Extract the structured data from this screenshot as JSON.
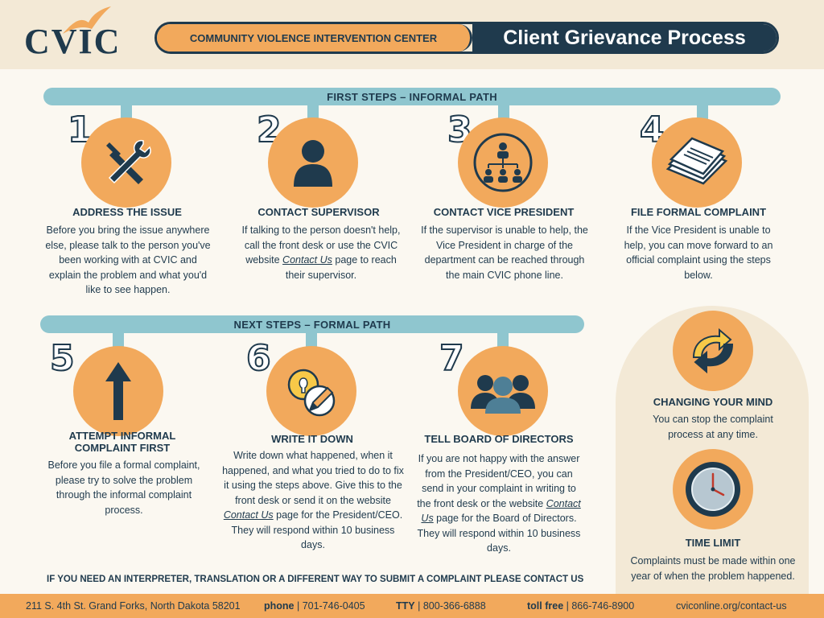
{
  "header": {
    "logo_text": "CVIC",
    "org_name": "COMMUNITY VIOLENCE INTERVENTION CENTER",
    "title": "Client Grievance Process"
  },
  "first_steps": {
    "label": "FIRST STEPS – INFORMAL PATH",
    "steps": [
      {
        "num": "1",
        "icon": "tools-icon",
        "title": "ADDRESS THE ISSUE",
        "desc": "Before you bring the issue anywhere else, please talk to the person you've been working with at CVIC and explain the problem and what you'd like to see happen."
      },
      {
        "num": "2",
        "icon": "person-icon",
        "title": "CONTACT SUPERVISOR",
        "desc_before": "If talking to the person doesn't help, call the front desk or use the CVIC website ",
        "link": "Contact Us",
        "desc_after": " page to reach their supervisor."
      },
      {
        "num": "3",
        "icon": "org-chart-icon",
        "title": "CONTACT VICE PRESIDENT",
        "desc": "If the supervisor is unable to help, the Vice President in charge of the department can be reached through the main CVIC phone line."
      },
      {
        "num": "4",
        "icon": "documents-icon",
        "title": "FILE FORMAL COMPLAINT",
        "desc": "If the Vice President is unable to help, you can move forward to an official complaint using the steps below."
      }
    ]
  },
  "next_steps": {
    "label": "NEXT STEPS – FORMAL PATH",
    "steps": [
      {
        "num": "5",
        "icon": "arrow-up-icon",
        "title": "ATTEMPT INFORMAL COMPLAINT FIRST",
        "desc": "Before you file a formal complaint, please try to solve the problem through the informal complaint process."
      },
      {
        "num": "6",
        "icon": "write-icon",
        "title": "WRITE IT DOWN",
        "desc_before": "Write down what happened, when it happened, and what you tried to do to fix it using the steps above. Give this to the front desk or send it on the website ",
        "link": "Contact Us",
        "desc_after": " page for the President/CEO. They will respond within 10 business days."
      },
      {
        "num": "7",
        "icon": "group-icon",
        "title": "TELL BOARD OF DIRECTORS",
        "desc_before": "If you are not happy with the answer from the President/CEO, you can send in your complaint in writing to the front desk or the website ",
        "link": "Contact Us",
        "desc_after": " page for the Board of Directors. They will respond within 10 business days."
      }
    ]
  },
  "side": {
    "changing": {
      "icon": "refresh-arrows-icon",
      "title": "CHANGING YOUR MIND",
      "desc": "You can stop the complaint process at any time."
    },
    "time": {
      "icon": "clock-icon",
      "title": "TIME LIMIT",
      "desc": "Complaints must be made within one year of when the problem happened."
    }
  },
  "notice": "IF YOU NEED AN INTERPRETER, TRANSLATION OR A DIFFERENT WAY TO SUBMIT A COMPLAINT PLEASE CONTACT US",
  "footer": {
    "address": "211 S. 4th St. Grand Forks, North Dakota 58201",
    "phone_label": "phone",
    "phone": "701-746-0405",
    "tty_label": "TTY",
    "tty": "800-366-6888",
    "tollfree_label": "toll free",
    "tollfree": "866-746-8900",
    "website": "cvic­online.org/contact-us"
  },
  "colors": {
    "navy": "#1f3a4d",
    "orange": "#f2a95c",
    "teal": "#8fc6cf",
    "cream": "#f3e9d6"
  }
}
